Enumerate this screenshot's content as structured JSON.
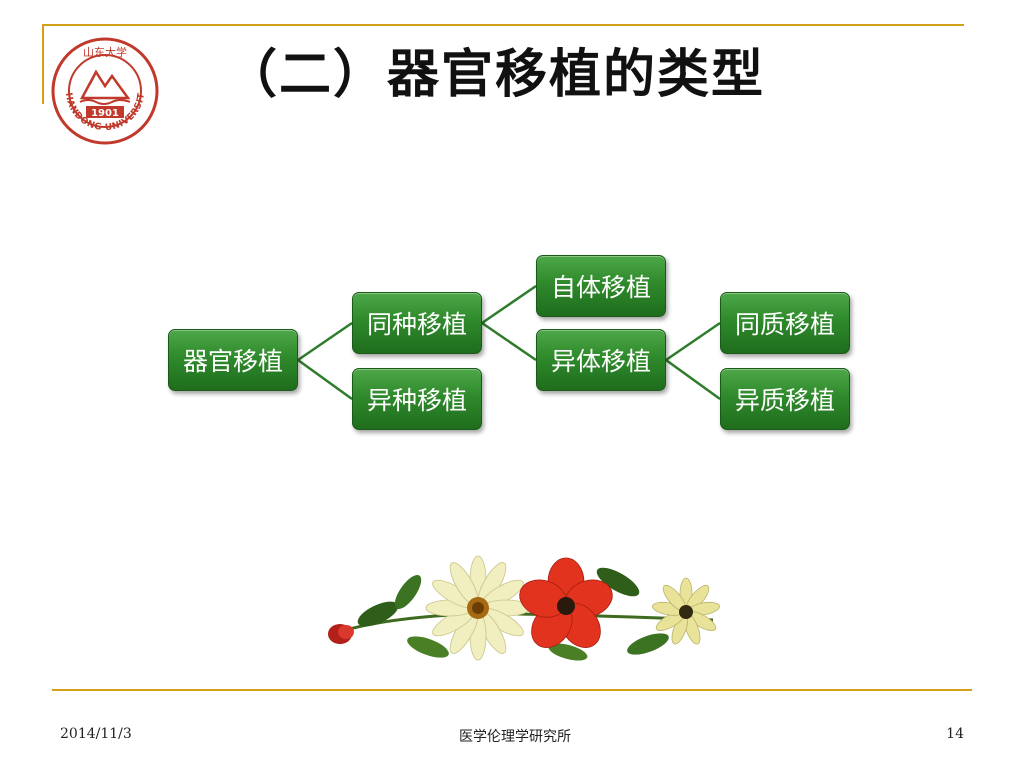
{
  "slide": {
    "title": "（二）器官移植的类型",
    "logo": {
      "year": "1901",
      "ring_text": "SHANDONG UNIVERSITY",
      "calligraphy": "山东大学",
      "color": "#c0392b"
    },
    "tree": {
      "root": "器官移植",
      "allogeneic_same_species": "同种移植",
      "xenogeneic": "异种移植",
      "autologous": "自体移植",
      "allogeneic_individual": "异体移植",
      "isotype": "同质移植",
      "heterotype": "异质移植",
      "node_color": "#2f8a2c",
      "line_color": "#2f7d2c"
    },
    "footer": {
      "date": "2014/11/3",
      "organization": "医学伦理学研究所",
      "page_number": "14"
    },
    "accent_color": "#d4a017"
  }
}
